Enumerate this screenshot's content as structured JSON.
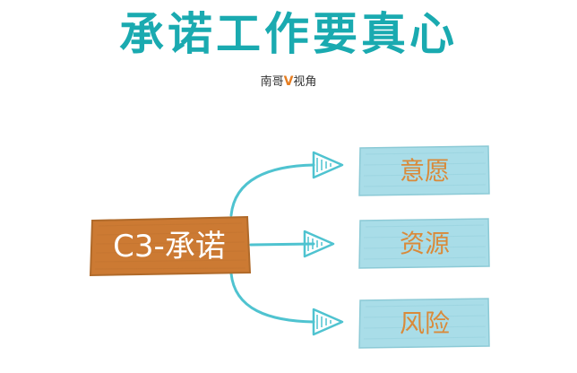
{
  "title": "承诺工作要真心",
  "byline": {
    "prefix": "南哥",
    "highlight": "V",
    "suffix": "视角"
  },
  "source_node": {
    "label": "C3-承诺"
  },
  "targets": [
    {
      "label": "意愿"
    },
    {
      "label": "资源"
    },
    {
      "label": "风险"
    }
  ],
  "colors": {
    "title": "#1aaab0",
    "byline_highlight": "#e67e22",
    "source_fill": "#cc7a33",
    "target_fill": "#a9dde8",
    "target_text": "#d98a3a",
    "arrow_stroke": "#4fc3d0"
  }
}
